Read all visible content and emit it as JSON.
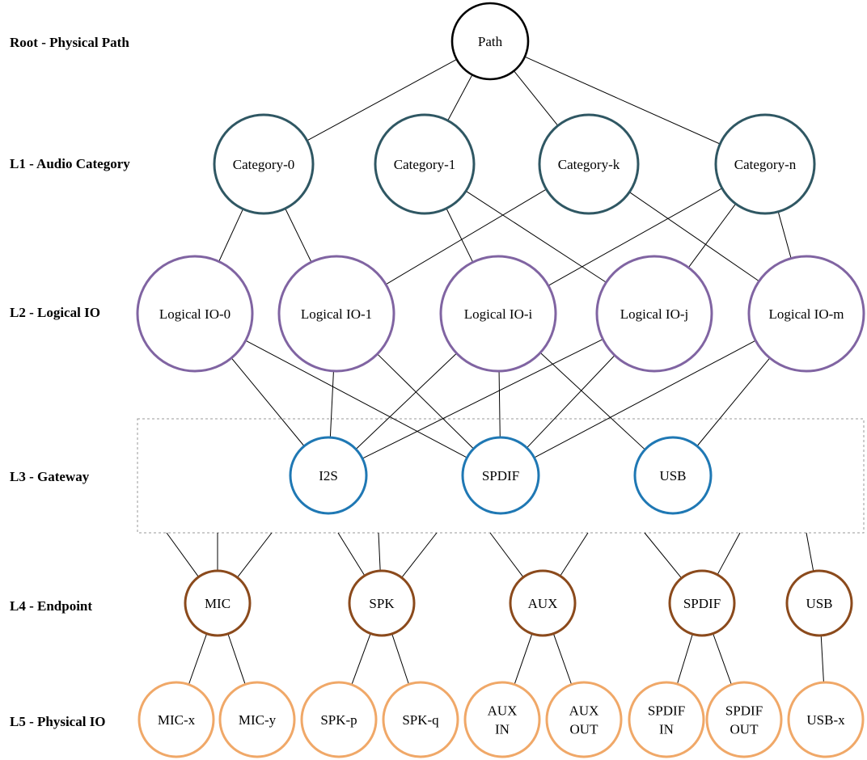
{
  "levels": [
    {
      "id": "root",
      "label": "Root - Physical Path"
    },
    {
      "id": "l1",
      "label": "L1 - Audio Category"
    },
    {
      "id": "l2",
      "label": "L2 - Logical IO"
    },
    {
      "id": "l3",
      "label": "L3 - Gateway"
    },
    {
      "id": "l4",
      "label": "L4 - Endpoint"
    },
    {
      "id": "l5",
      "label": "L5 - Physical IO"
    }
  ],
  "colors": {
    "root": "#000000",
    "l1": "#2f5763",
    "l2": "#8064a2",
    "l3": "#1f78b4",
    "l4": "#8b4a1c",
    "l5": "#f0a868"
  },
  "nodes": {
    "path": {
      "lines": [
        "Path"
      ]
    },
    "cat0": {
      "lines": [
        "Category-0"
      ]
    },
    "cat1": {
      "lines": [
        "Category-1"
      ]
    },
    "catk": {
      "lines": [
        "Category-k"
      ]
    },
    "catn": {
      "lines": [
        "Category-n"
      ]
    },
    "lio0": {
      "lines": [
        "Logical IO-0"
      ]
    },
    "lio1": {
      "lines": [
        "Logical IO-1"
      ]
    },
    "lioi": {
      "lines": [
        "Logical IO-i"
      ]
    },
    "lioj": {
      "lines": [
        "Logical IO-j"
      ]
    },
    "liom": {
      "lines": [
        "Logical IO-m"
      ]
    },
    "gw_i2s": {
      "lines": [
        "I2S"
      ]
    },
    "gw_spdif": {
      "lines": [
        "SPDIF"
      ]
    },
    "gw_usb": {
      "lines": [
        "USB"
      ]
    },
    "ep_mic": {
      "lines": [
        "MIC"
      ]
    },
    "ep_spk": {
      "lines": [
        "SPK"
      ]
    },
    "ep_aux": {
      "lines": [
        "AUX"
      ]
    },
    "ep_spdif": {
      "lines": [
        "SPDIF"
      ]
    },
    "ep_usb": {
      "lines": [
        "USB"
      ]
    },
    "pio_micx": {
      "lines": [
        "MIC-x"
      ]
    },
    "pio_micy": {
      "lines": [
        "MIC-y"
      ]
    },
    "pio_spkp": {
      "lines": [
        "SPK-p"
      ]
    },
    "pio_spkq": {
      "lines": [
        "SPK-q"
      ]
    },
    "pio_auxin": {
      "lines": [
        "AUX",
        "IN"
      ]
    },
    "pio_auxout": {
      "lines": [
        "AUX",
        "OUT"
      ]
    },
    "pio_spdifin": {
      "lines": [
        "SPDIF",
        "IN"
      ]
    },
    "pio_spdifout": {
      "lines": [
        "SPDIF",
        "OUT"
      ]
    },
    "pio_usbx": {
      "lines": [
        "USB-x"
      ]
    }
  },
  "edges": [
    [
      "path",
      "cat0"
    ],
    [
      "path",
      "cat1"
    ],
    [
      "path",
      "catk"
    ],
    [
      "path",
      "catn"
    ],
    [
      "cat0",
      "lio0"
    ],
    [
      "cat0",
      "lio1"
    ],
    [
      "cat1",
      "lioi"
    ],
    [
      "cat1",
      "lioj"
    ],
    [
      "catk",
      "lio1"
    ],
    [
      "catk",
      "liom"
    ],
    [
      "catn",
      "lioi"
    ],
    [
      "catn",
      "lioj"
    ],
    [
      "catn",
      "liom"
    ],
    [
      "lio0",
      "gw_i2s"
    ],
    [
      "lio0",
      "gw_spdif"
    ],
    [
      "lio1",
      "gw_i2s"
    ],
    [
      "lio1",
      "gw_spdif"
    ],
    [
      "lioi",
      "gw_i2s"
    ],
    [
      "lioi",
      "gw_spdif"
    ],
    [
      "lioi",
      "gw_usb"
    ],
    [
      "lioj",
      "gw_i2s"
    ],
    [
      "lioj",
      "gw_spdif"
    ],
    [
      "liom",
      "gw_spdif"
    ],
    [
      "liom",
      "gw_usb"
    ],
    [
      "ep_mic",
      "pio_micx"
    ],
    [
      "ep_mic",
      "pio_micy"
    ],
    [
      "ep_spk",
      "pio_spkp"
    ],
    [
      "ep_spk",
      "pio_spkq"
    ],
    [
      "ep_aux",
      "pio_auxin"
    ],
    [
      "ep_aux",
      "pio_auxout"
    ],
    [
      "ep_spdif",
      "pio_spdifin"
    ],
    [
      "ep_spdif",
      "pio_spdifout"
    ],
    [
      "ep_usb",
      "pio_usbx"
    ]
  ]
}
